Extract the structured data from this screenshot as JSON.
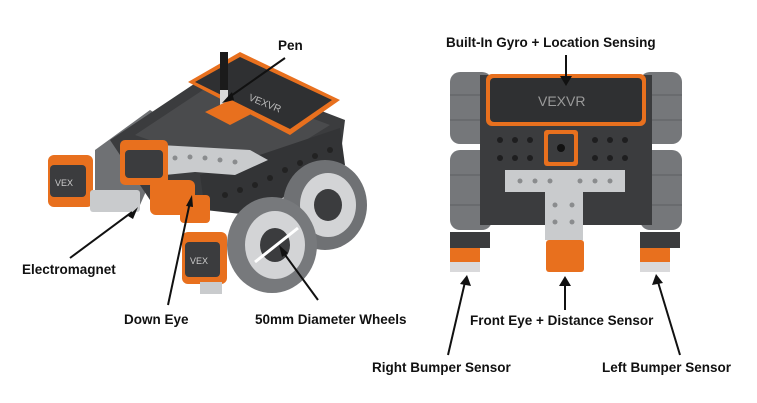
{
  "labels": {
    "pen": "Pen",
    "electromagnet": "Electromagnet",
    "down_eye": "Down Eye",
    "wheels": "50mm Diameter Wheels",
    "gyro": "Built-In Gyro + Location Sensing",
    "front_eye": "Front Eye + Distance Sensor",
    "right_bumper": "Right Bumper Sensor",
    "left_bumper": "Left Bumper Sensor"
  },
  "logo_text": "VEXVR",
  "colors": {
    "orange": "#e8701e",
    "dark": "#3a3a3c",
    "gray_tire": "#77797c",
    "plate": "#c9cbcd"
  }
}
